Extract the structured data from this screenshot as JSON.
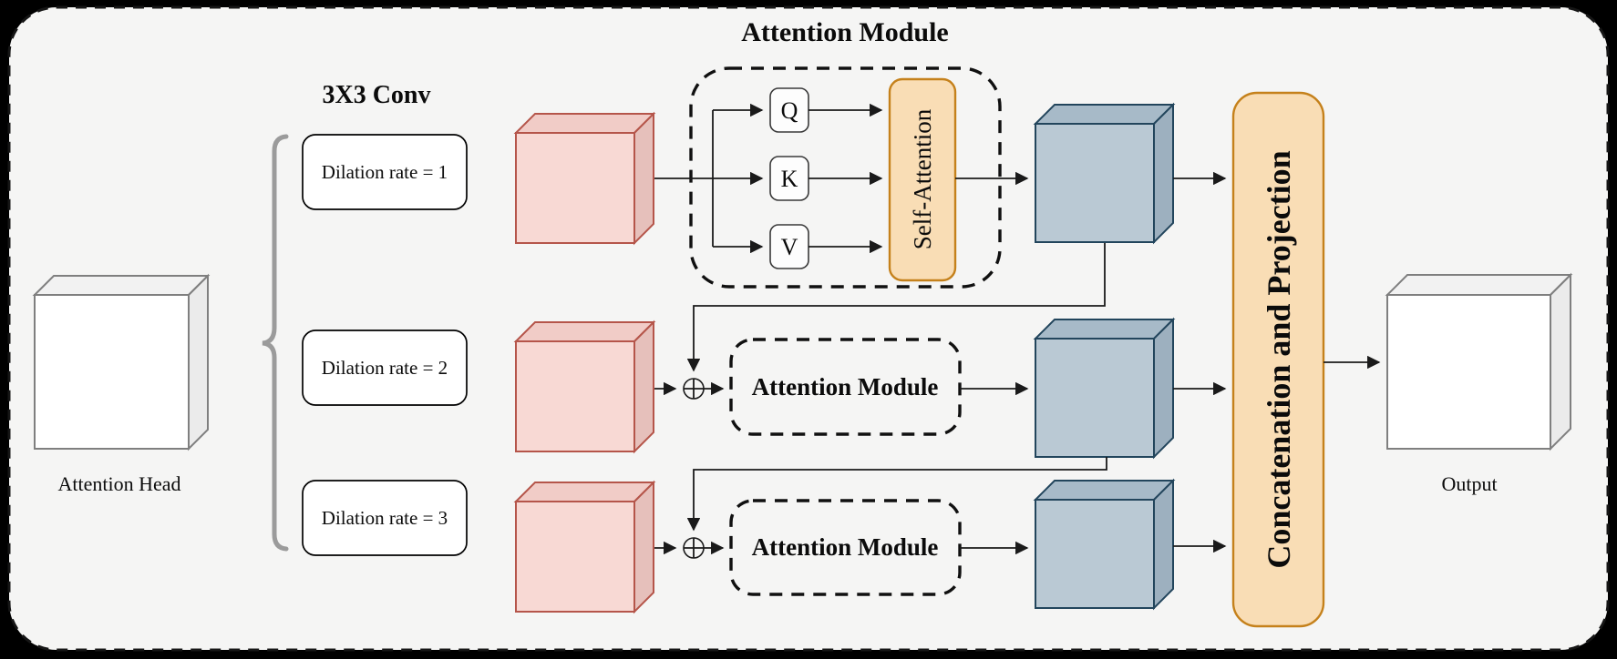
{
  "labels": {
    "title": "Attention Module",
    "conv": "3X3 Conv",
    "attention_head": "Attention Head",
    "output": "Output",
    "self_attention": "Self-Attention",
    "concatenation": "Concatenation and Projection",
    "attention_module_row2": "Attention Module",
    "attention_module_row3": "Attention Module",
    "q": "Q",
    "k": "K",
    "v": "V",
    "dilation_rate_1": "Dilation rate = 1",
    "dilation_rate_2": "Dilation rate = 2",
    "dilation_rate_3": "Dilation rate = 3"
  },
  "colors": {
    "background": "#000000",
    "panel_bg": "#f5f5f4",
    "panel_border": "#161616",
    "pink_cube_fill": "#f8d9d4",
    "pink_cube_stroke": "#b5554a",
    "blue_cube_fill": "#bac9d4",
    "blue_cube_stroke": "#22455c",
    "white_cube_fill": "#ffffff",
    "white_cube_stroke": "#7f7f7f",
    "orange_fill": "#f9ddb5",
    "orange_stroke": "#c5811b",
    "wire": "#1a1a1a",
    "brace": "#9b9b9b"
  }
}
